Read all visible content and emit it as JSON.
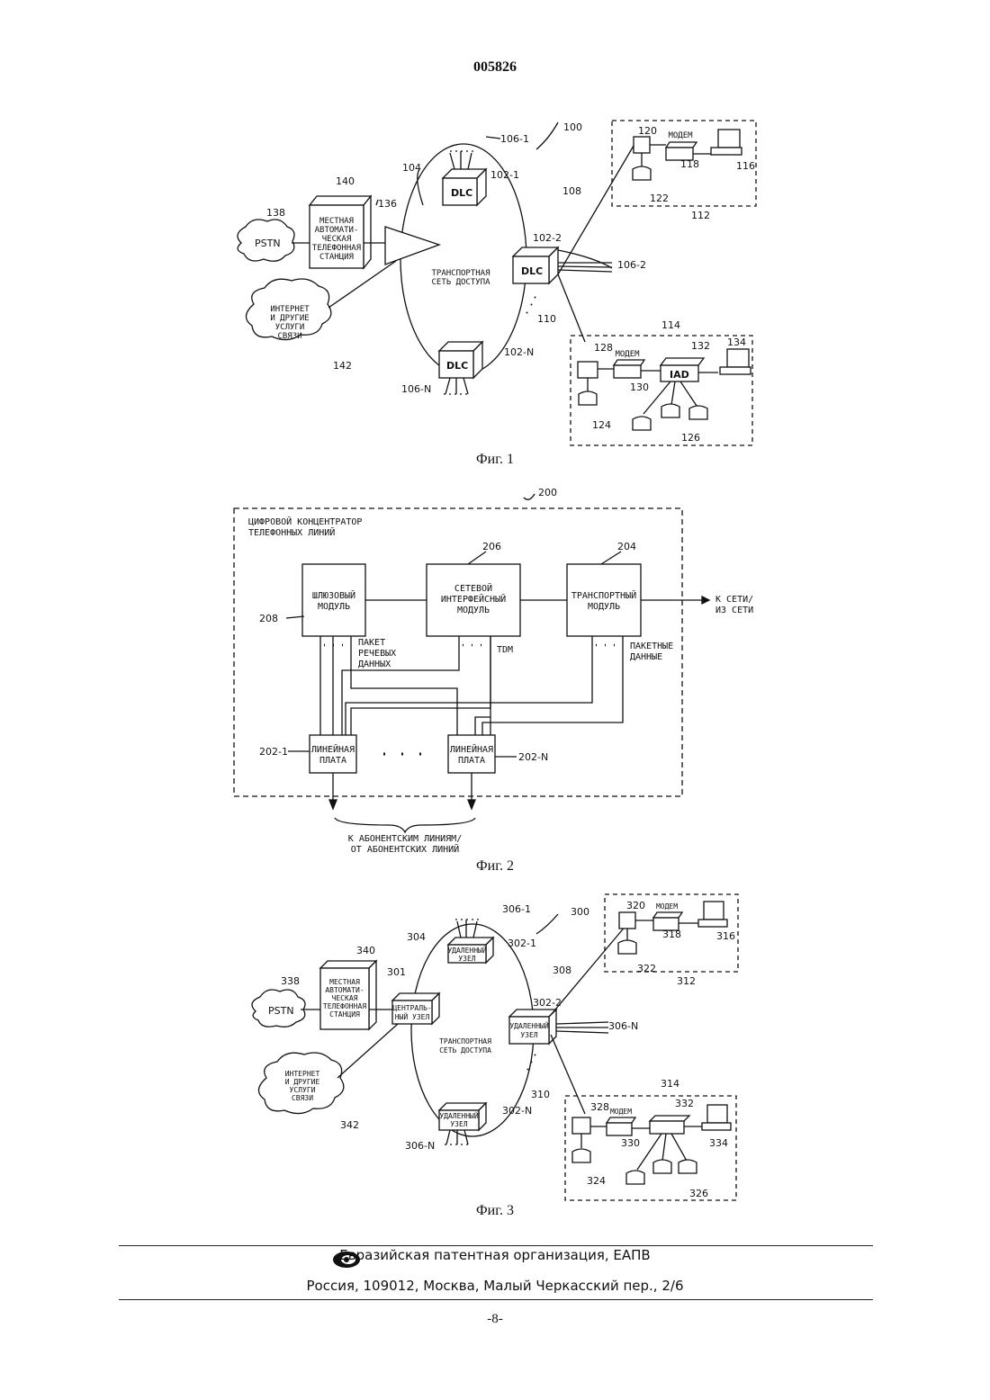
{
  "header": {
    "doc_number": "005826"
  },
  "fig1": {
    "caption": "Фиг. 1",
    "labels": {
      "l100": "100",
      "l102_1": "102-1",
      "l102_2": "102-2",
      "l102_n": "102-N",
      "l104": "104",
      "l106_1": "106-1",
      "l106_2": "106-2",
      "l106_n": "106-N",
      "l108": "108",
      "l110": "110",
      "l112": "112",
      "l114": "114",
      "l116": "116",
      "l118": "118",
      "l120": "120",
      "l122": "122",
      "l124": "124",
      "l126": "126",
      "l128": "128",
      "l130": "130",
      "l132": "132",
      "l134": "134",
      "l136": "136",
      "l138": "138",
      "l140": "140",
      "l142": "142"
    },
    "dlc": "DLC",
    "iad": "IAD",
    "pstn": "PSTN",
    "modem": "МОДЕМ",
    "exchange": [
      "МЕСТНАЯ",
      "АВТОМАТИ-",
      "ЧЕСКАЯ",
      "ТЕЛЕФОННАЯ",
      "СТАНЦИЯ"
    ],
    "network": [
      "ТРАНСПОРТНАЯ",
      "СЕТЬ ДОСТУПА"
    ],
    "internet": [
      "ИНТЕРНЕТ",
      "И ДРУГИЕ",
      "УСЛУГИ",
      "СВЯЗИ"
    ]
  },
  "fig2": {
    "caption": "Фиг. 2",
    "title": [
      "ЦИФРОВОЙ КОНЦЕНТРАТОР",
      "ТЕЛЕФОННЫХ ЛИНИЙ"
    ],
    "l200": "200",
    "l202_1": "202-1",
    "l202_n": "202-N",
    "l204": "204",
    "l206": "206",
    "l208": "208",
    "gateway": [
      "ШЛЮЗОВЫЙ",
      "МОДУЛЬ"
    ],
    "netif": [
      "СЕТЕВОЙ",
      "ИНТЕРФЕЙСНЫЙ",
      "МОДУЛЬ"
    ],
    "transport": [
      "ТРАНСПОРТНЫЙ",
      "МОДУЛЬ"
    ],
    "linecard": [
      "ЛИНЕЙНАЯ",
      "ПЛАТА"
    ],
    "to_net": [
      "К СЕТИ/",
      "ИЗ СЕТИ"
    ],
    "voice_packet": [
      "ПАКЕТ",
      "РЕЧЕВЫХ",
      "ДАННЫХ"
    ],
    "tdm": "TDM",
    "packet_data": [
      "ПАКЕТНЫЕ",
      "ДАННЫЕ"
    ],
    "subscriber": [
      "К АБОНЕНТСКИМ ЛИНИЯМ/",
      "ОТ АБОНЕНТСКИХ ЛИНИЙ"
    ]
  },
  "fig3": {
    "caption": "Фиг. 3",
    "labels": {
      "l300": "300",
      "l301": "301",
      "l302_1": "302-1",
      "l302_2": "302-2",
      "l302_n": "302-N",
      "l304": "304",
      "l306_1": "306-1",
      "l306_n_right": "306-N",
      "l306_n": "306-N",
      "l308": "308",
      "l310": "310",
      "l312": "312",
      "l314": "314",
      "l316": "316",
      "l318": "318",
      "l320": "320",
      "l322": "322",
      "l324": "324",
      "l326": "326",
      "l328": "328",
      "l330": "330",
      "l332": "332",
      "l334": "334",
      "l338": "338",
      "l340": "340",
      "l342": "342"
    },
    "remote": [
      "УДАЛЕННЫЙ",
      "УЗЕЛ"
    ],
    "central": [
      "ЦЕНТРАЛЬ-",
      "НЫЙ УЗЕЛ"
    ],
    "pstn": "PSTN",
    "modem": "МОДЕМ",
    "exchange": [
      "МЕСТНАЯ",
      "АВТОМАТИ-",
      "ЧЕСКАЯ",
      "ТЕЛЕФОННАЯ",
      "СТАНЦИЯ"
    ],
    "network": [
      "ТРАНСПОРТНАЯ",
      "СЕТЬ ДОСТУПА"
    ],
    "internet": [
      "ИНТЕРНЕТ",
      "И ДРУГИЕ",
      "УСЛУГИ",
      "СВЯЗИ"
    ]
  },
  "footer": {
    "org": "Евразийская патентная организация, ЕАПВ",
    "address": "Россия, 109012, Москва, Малый Черкасский пер., 2/6",
    "page": "-8-"
  }
}
